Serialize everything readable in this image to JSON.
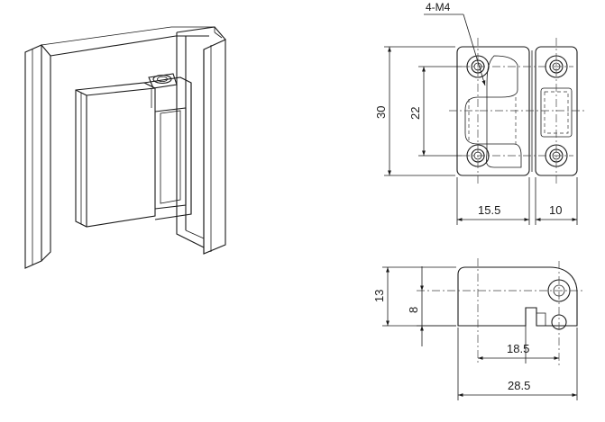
{
  "thread_callout": "4-M4",
  "front_view": {
    "height_label": "30",
    "hole_pitch_label": "22",
    "body_width_label": "15.5",
    "leaf_width_label": "10"
  },
  "side_view": {
    "height_label": "13",
    "pin_offset_label": "8",
    "slot_offset_label": "18.5",
    "total_length_label": "28.5"
  }
}
